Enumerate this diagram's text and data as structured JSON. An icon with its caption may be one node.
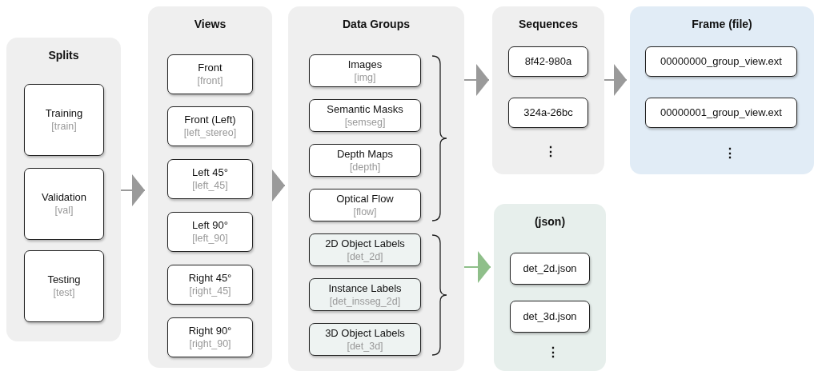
{
  "diagram": {
    "nodes": [
      {
        "text": [
          "Splits"
        ]
      },
      {
        "text": [
          "Training",
          "[train]"
        ],
        "in": 0
      },
      {
        "text": [
          "Validation",
          "[val]"
        ],
        "in": 0
      },
      {
        "text": [
          "Testing",
          "[test]"
        ],
        "in": 0
      },
      {
        "text": [
          "Views"
        ]
      },
      {
        "text": [
          "Front",
          "[front]"
        ],
        "in": 4
      },
      {
        "text": [
          "Front (Left)",
          "[left_stereo]"
        ],
        "in": 4
      },
      {
        "text": [
          "Left 45°",
          "[left_45]"
        ],
        "in": 4
      },
      {
        "text": [
          "Left 90°",
          "[left_90]"
        ],
        "in": 4
      },
      {
        "text": [
          "Right 45°",
          "[right_45]"
        ],
        "in": 4
      },
      {
        "text": [
          "Right 90°",
          "[right_90]"
        ],
        "in": 4
      },
      {
        "text": [
          "Data Groups"
        ]
      },
      {
        "text": [
          "Images",
          "[img]"
        ],
        "in": 11
      },
      {
        "text": [
          "Semantic Masks",
          "[semseg]"
        ],
        "in": 11
      },
      {
        "text": [
          "Depth Maps",
          "[depth]"
        ],
        "in": 11
      },
      {
        "text": [
          "Optical Flow",
          "[flow]"
        ],
        "in": 11
      },
      {
        "text": [
          "2D Object Labels",
          "[det_2d]"
        ],
        "in": 11
      },
      {
        "text": [
          "Instance Labels",
          "[det_insseg_2d]"
        ],
        "in": 11
      },
      {
        "text": [
          "3D Object Labels",
          "[det_3d]"
        ],
        "in": 11
      },
      {
        "text": [
          "Sequences"
        ]
      },
      {
        "text": [
          "8f42-980a"
        ],
        "in": 19
      },
      {
        "text": [
          "324a-26bc"
        ],
        "in": 19
      },
      {
        "text": [
          "Frame (file)"
        ]
      },
      {
        "text": [
          "00000000_group_view.ext"
        ],
        "in": 22
      },
      {
        "text": [
          "00000001_group_view.ext"
        ],
        "in": 22
      },
      {
        "text": [
          "(json)"
        ]
      },
      {
        "text": [
          "det_2d.json"
        ],
        "in": 25
      },
      {
        "text": [
          "det_3d.json"
        ],
        "in": 25
      }
    ],
    "edges": [
      {
        "from": 0,
        "to": 4,
        "arrow": "to"
      },
      {
        "from": 4,
        "to": 11,
        "arrow": "to"
      },
      {
        "from": 11,
        "to": 19,
        "arrow": "to"
      },
      {
        "from": 19,
        "to": 22,
        "arrow": "to"
      },
      {
        "from": 11,
        "to": 25,
        "arrow": "to",
        "color": "#8fbf8a"
      }
    ],
    "labels": [
      "⋮",
      "⋮",
      "⋮"
    ]
  }
}
